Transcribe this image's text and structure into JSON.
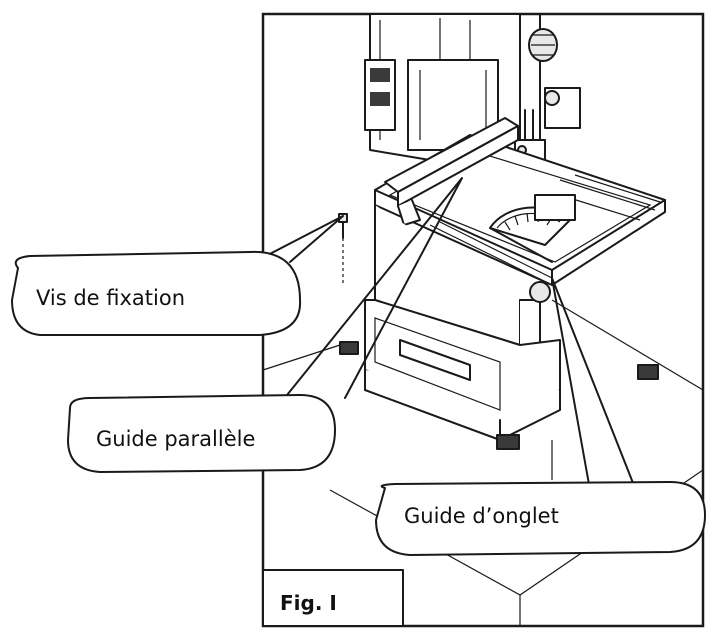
{
  "labels": {
    "fixing_screw": "Vis de fixation",
    "rip_fence": "Guide parallèle",
    "miter_gauge": "Guide d’onglet"
  },
  "figure": {
    "caption": "Fig. I"
  }
}
